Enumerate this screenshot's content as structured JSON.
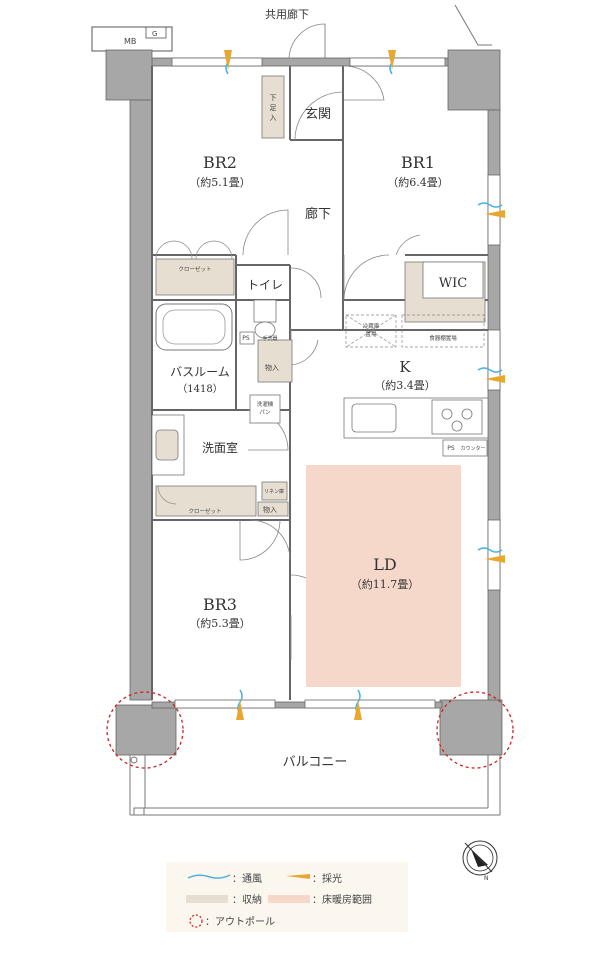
{
  "corridor": "共用廊下",
  "mb": "MB",
  "g": "G",
  "rooms": {
    "br2": {
      "name": "BR2",
      "size": "（約5.1畳）"
    },
    "br1": {
      "name": "BR1",
      "size": "（約6.4畳）"
    },
    "br3": {
      "name": "BR3",
      "size": "（約5.3畳）"
    },
    "k": {
      "name": "K",
      "size": "（約3.4畳）"
    },
    "ld": {
      "name": "LD",
      "size": "（約11.7畳）"
    },
    "bath": {
      "name": "バスルーム",
      "size": "（1418）"
    },
    "entrance": "玄関",
    "hallway": "廊下",
    "toilet": "トイレ",
    "washroom": "洗面室",
    "wic": "WIC",
    "balcony": "バルコニー"
  },
  "small_labels": {
    "shoe_top": "下",
    "shoe_bottom": "足",
    "shoe_bottom2": "入",
    "closet_br2": "クローゼット",
    "closet_br3": "クローゼット",
    "storage1": "物入",
    "storage2": "物入",
    "linen": "リネン庫",
    "washer1": "洗濯機",
    "washer2": "パン",
    "ps1": "PS",
    "ps2": "PS",
    "toilet_sink": "手洗器",
    "fridge1": "冷蔵庫",
    "fridge2": "置場",
    "dish": "食器棚置場",
    "counter": "カウンター"
  },
  "legend": {
    "wind": "：通風",
    "light": "：採光",
    "storage": "：収納",
    "floor_heating": "：床暖房範囲",
    "outpole": "：アウトポール"
  },
  "colors": {
    "wall": "#a7a7a7",
    "storage": "#e6dfd1",
    "floor_heating": "#f6d8cb",
    "wind": "#4bb3dd",
    "light": "#e8a830",
    "outpole": "#cc2222",
    "legend_bg": "#fbf6ee"
  }
}
